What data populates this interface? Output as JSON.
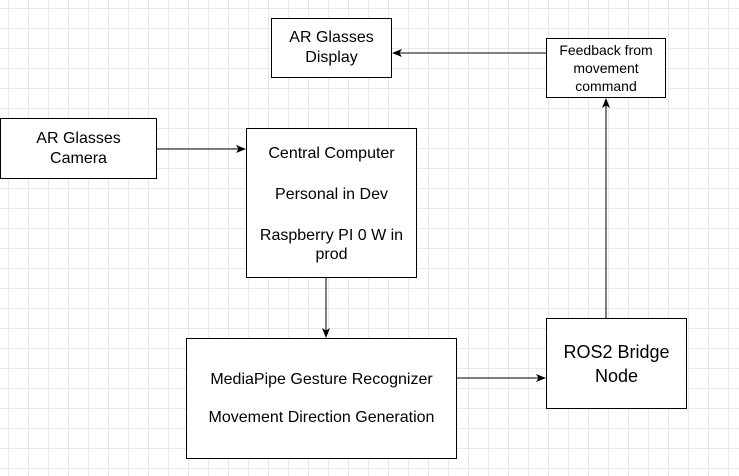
{
  "nodes": {
    "ar_glasses_display": {
      "line1": "AR Glasses",
      "line2": "Display"
    },
    "ar_glasses_camera": {
      "line1": "AR Glasses",
      "line2": "Camera"
    },
    "feedback": {
      "line1": "Feedback from",
      "line2": "movement",
      "line3": "command"
    },
    "central_computer": {
      "title": "Central Computer",
      "dev": "Personal in Dev",
      "prod_line1": "Raspberry PI 0 W in",
      "prod_line2": "prod"
    },
    "mediapipe": {
      "line1": "MediaPipe Gesture Recognizer",
      "line2": "Movement Direction Generation"
    },
    "ros2_bridge": {
      "line1": "ROS2 Bridge",
      "line2": "Node"
    }
  },
  "edges": [
    {
      "from": "ar_glasses_camera",
      "to": "central_computer"
    },
    {
      "from": "central_computer",
      "to": "mediapipe"
    },
    {
      "from": "mediapipe",
      "to": "ros2_bridge"
    },
    {
      "from": "ros2_bridge",
      "to": "feedback"
    },
    {
      "from": "feedback",
      "to": "ar_glasses_display"
    }
  ],
  "colors": {
    "stroke": "#000000",
    "fill": "#ffffff",
    "grid": "#e8e8e8"
  }
}
